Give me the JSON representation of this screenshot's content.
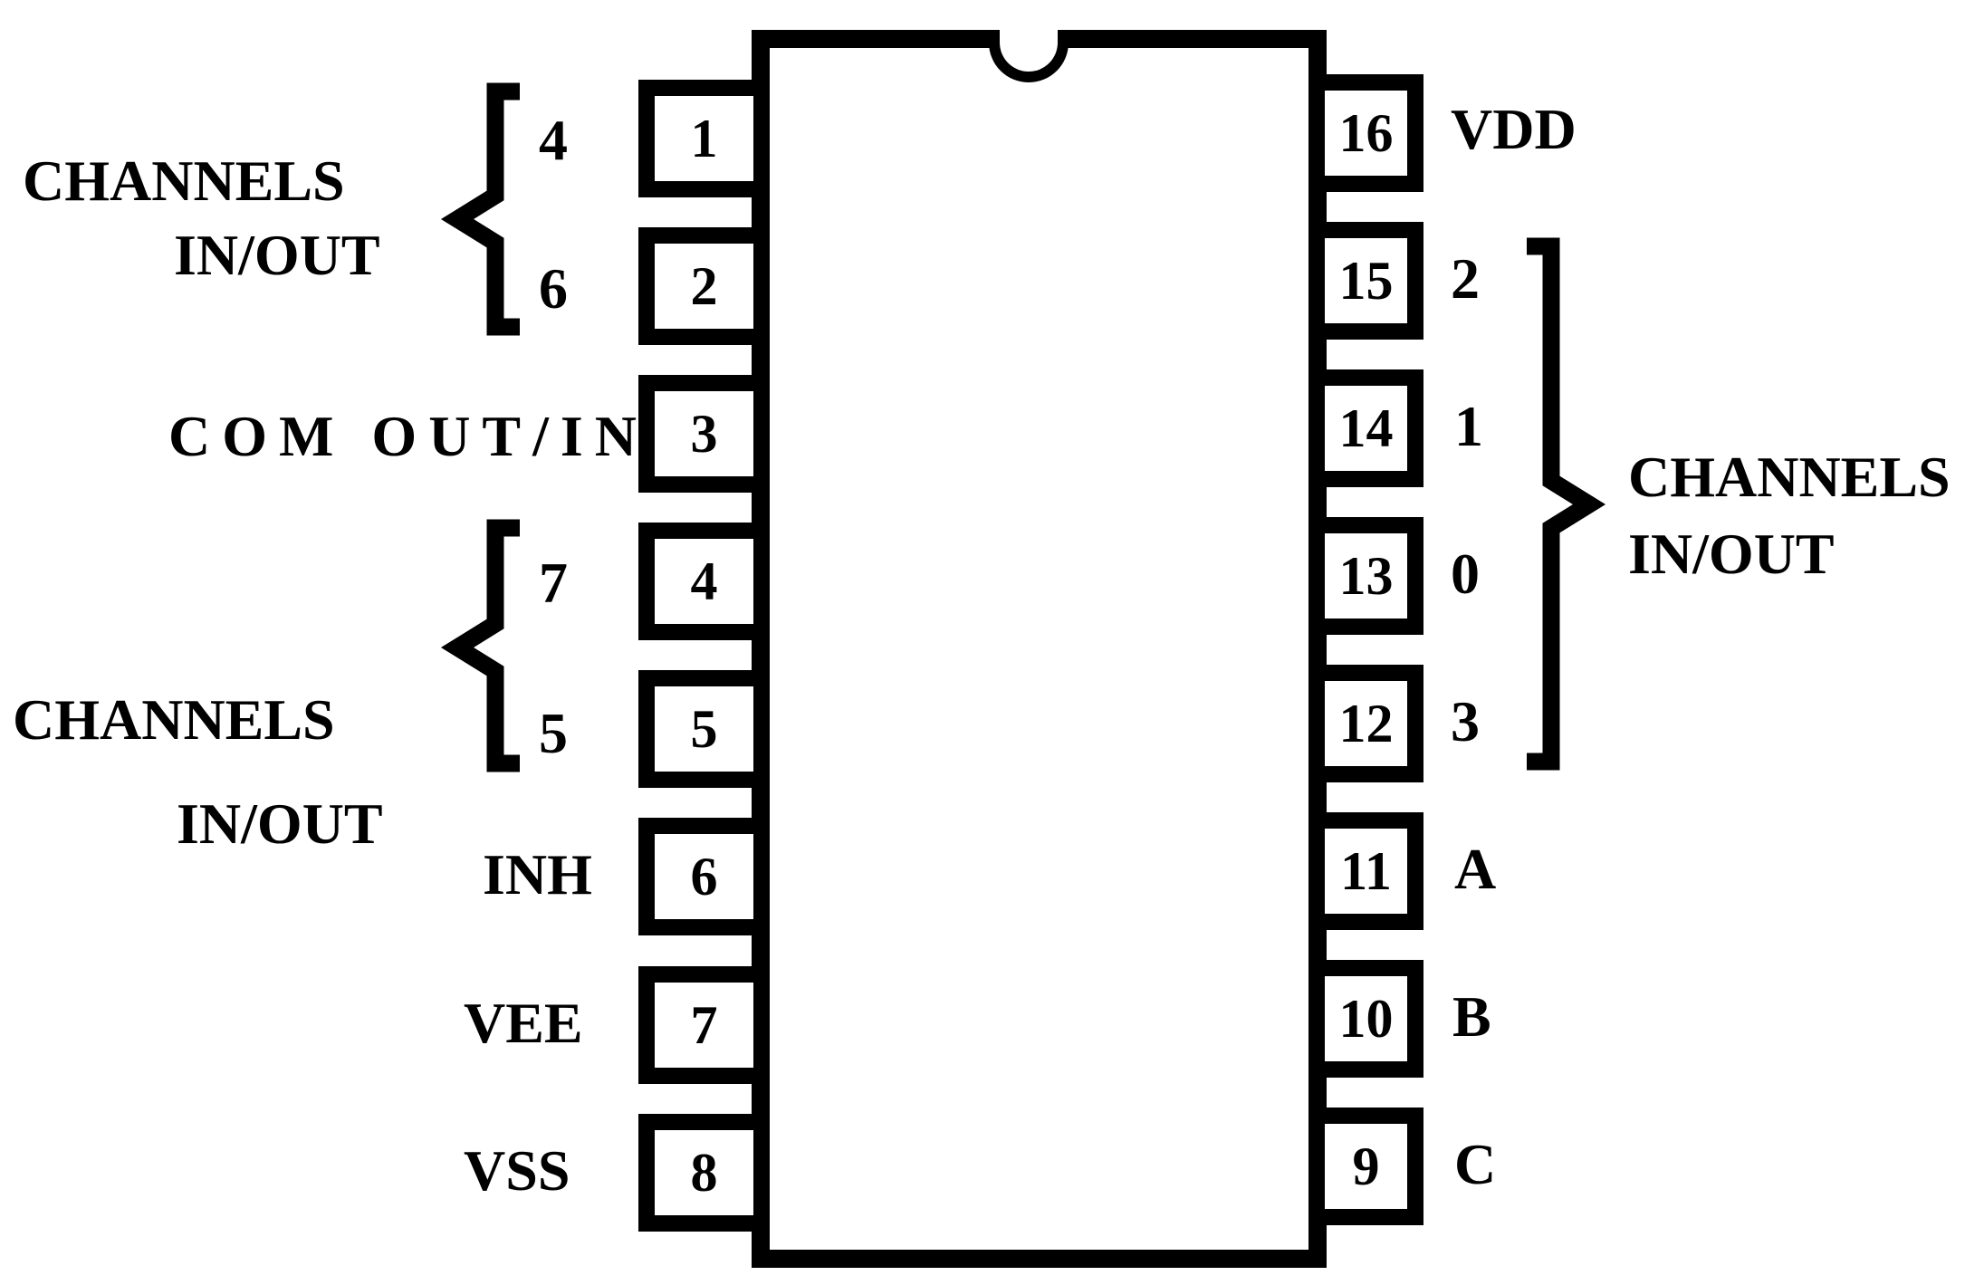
{
  "pins": {
    "left": [
      {
        "number": "1",
        "label": "4"
      },
      {
        "number": "2",
        "label": "6"
      },
      {
        "number": "3",
        "label": "COM OUT/IN"
      },
      {
        "number": "4",
        "label": "7"
      },
      {
        "number": "5",
        "label": "5"
      },
      {
        "number": "6",
        "label": "INH"
      },
      {
        "number": "7",
        "label": "VEE"
      },
      {
        "number": "8",
        "label": "VSS"
      }
    ],
    "right": [
      {
        "number": "16",
        "label": "VDD"
      },
      {
        "number": "15",
        "label": "2"
      },
      {
        "number": "14",
        "label": "1"
      },
      {
        "number": "13",
        "label": "0"
      },
      {
        "number": "12",
        "label": "3"
      },
      {
        "number": "11",
        "label": "A"
      },
      {
        "number": "10",
        "label": "B"
      },
      {
        "number": "9",
        "label": "C"
      }
    ]
  },
  "group_labels": {
    "left_top": {
      "line1": "CHANNELS",
      "line2": "IN/OUT"
    },
    "left_middle": {
      "line1": "CHANNELS",
      "line2": "IN/OUT"
    },
    "right": {
      "line1": "CHANNELS",
      "line2": "IN/OUT"
    }
  },
  "colors": {
    "ink": "#000000",
    "background": "#ffffff"
  }
}
